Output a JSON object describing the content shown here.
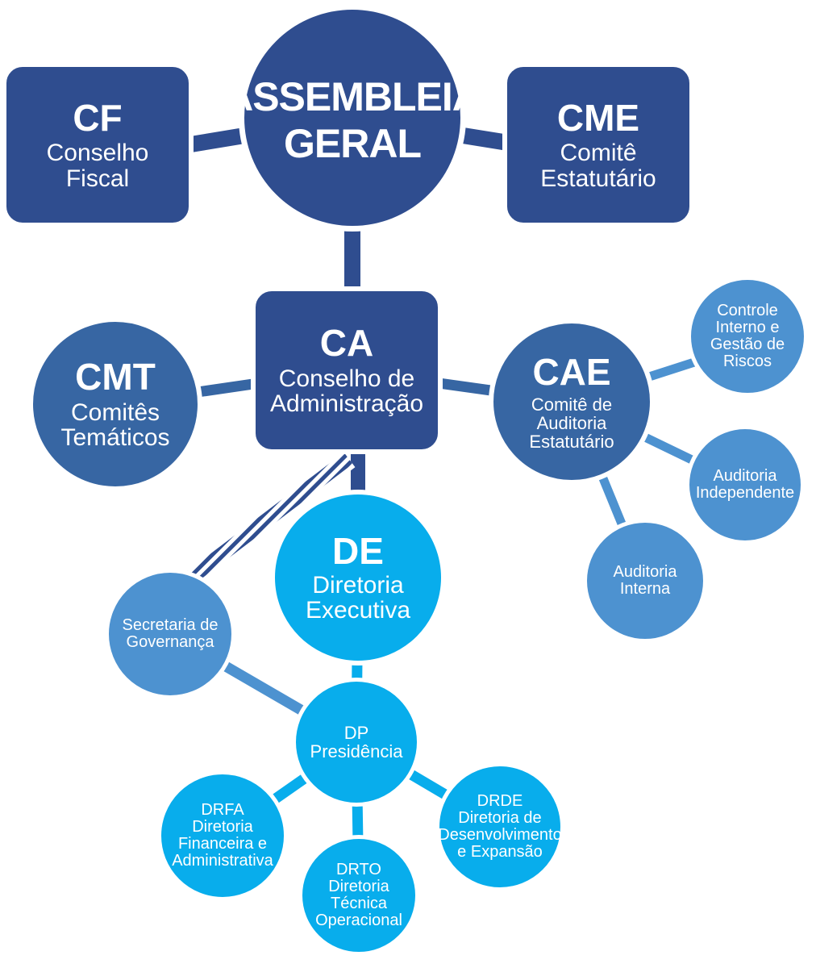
{
  "colors": {
    "dark_navy": "#2f4d8f",
    "mid_blue": "#3766a3",
    "light_blue": "#4d92d0",
    "cyan": "#08adec",
    "outline": "#ffffff"
  },
  "nodes": {
    "ag": {
      "lines": [
        "ASSEMBLEIA",
        "GERAL"
      ]
    },
    "cf": {
      "abbr": "CF",
      "lines": [
        "Conselho",
        "Fiscal"
      ]
    },
    "cme": {
      "abbr": "CME",
      "lines": [
        "Comitê",
        "Estatutário"
      ]
    },
    "ca": {
      "abbr": "CA",
      "lines": [
        "Conselho de",
        "Administração"
      ]
    },
    "cmt": {
      "abbr": "CMT",
      "lines": [
        "Comitês",
        "Temáticos"
      ]
    },
    "cae": {
      "abbr": "CAE",
      "lines": [
        "Comitê de",
        "Auditoria",
        "Estatutário"
      ]
    },
    "ci": {
      "lines": [
        "Controle",
        "Interno e",
        "Gestão de",
        "Riscos"
      ]
    },
    "ai": {
      "lines": [
        "Auditoria",
        "Independente"
      ]
    },
    "aint": {
      "lines": [
        "Auditoria",
        "Interna"
      ]
    },
    "de": {
      "abbr": "DE",
      "lines": [
        "Diretoria",
        "Executiva"
      ]
    },
    "sg": {
      "lines": [
        "Secretaria de",
        "Governança"
      ]
    },
    "dp": {
      "lines": [
        "DP",
        "Presidência"
      ]
    },
    "drfa": {
      "lines": [
        "DRFA",
        "Diretoria",
        "Financeira e",
        "Administrativa"
      ]
    },
    "drto": {
      "lines": [
        "DRTO",
        "Diretoria",
        "Técnica",
        "Operacional"
      ]
    },
    "drde": {
      "lines": [
        "DRDE",
        "Diretoria de",
        "Desenvolvimento",
        "e Expansão"
      ]
    }
  }
}
